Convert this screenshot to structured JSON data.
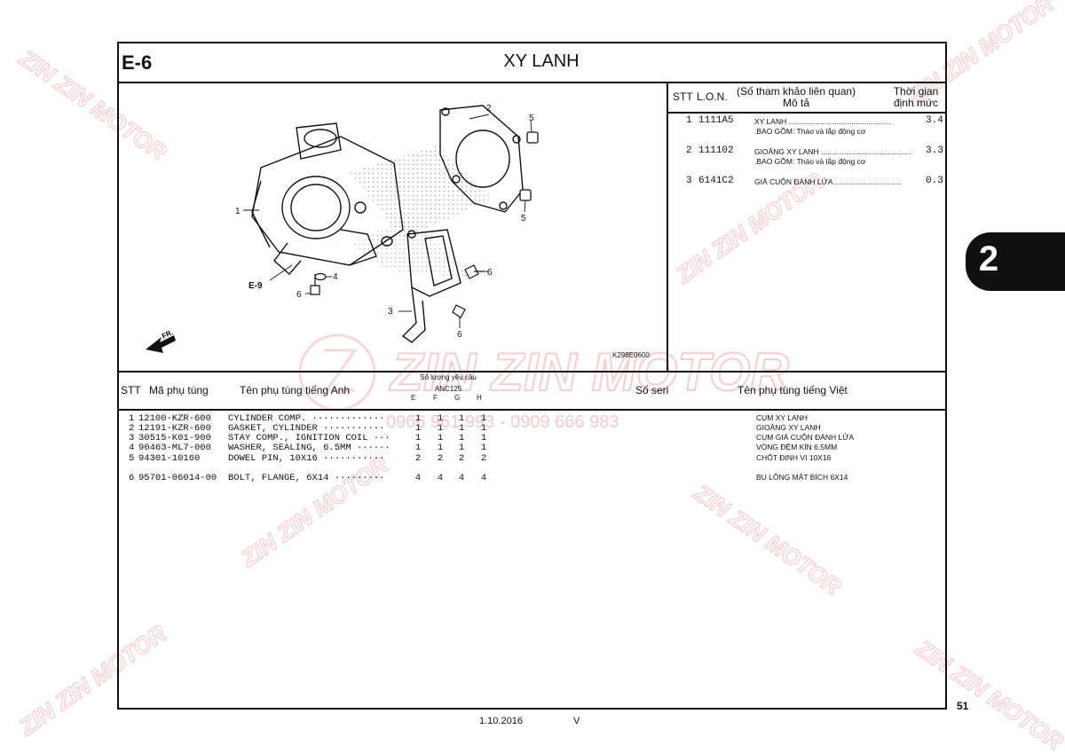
{
  "header": {
    "section_code": "E-6",
    "title": "XY LANH"
  },
  "reference_panel": {
    "col_stt": "STT",
    "col_lon": "L.O.N.",
    "col_desc_1": "(Số tham khảo liên quan)",
    "col_desc_2": "Mô tả",
    "col_time_1": "Thời gian",
    "col_time_2": "định mức",
    "rows": [
      {
        "stt": "1",
        "lon": "1111A5",
        "desc": "XY LANH",
        "note": ".BAO GỒM: Tháo và lắp động cơ",
        "time": "3.4"
      },
      {
        "stt": "2",
        "lon": "111102",
        "desc": "GIOĂNG XY LANH",
        "note": ".BAO GỒM: Tháo và lắp động cơ",
        "time": "3.3"
      },
      {
        "stt": "3",
        "lon": "6141C2",
        "desc": "GIÁ CUỘN ĐÁNH LỬA",
        "note": "",
        "time": "0.3"
      }
    ]
  },
  "diagram": {
    "code": "K298E0600",
    "ref_label": "E-9",
    "front_label": "FR.",
    "callouts": [
      "1",
      "2",
      "3",
      "4",
      "5",
      "5",
      "6",
      "6",
      "6"
    ]
  },
  "parts_table": {
    "col_stt": "STT",
    "col_part_no": "Mã phụ tùng",
    "col_name_en": "Tên phụ tùng tiếng Anh",
    "qty_title": "Số lượng yêu cầu",
    "qty_model": "ANC125",
    "qty_cols": [
      "E",
      "F",
      "G",
      "H"
    ],
    "col_serial": "Số seri",
    "col_name_vn": "Tên phụ tùng tiếng Việt",
    "rows": [
      {
        "stt": "1",
        "part_no": "12100-KZR-600",
        "name_en": "CYLINDER COMP. ·············",
        "qty": [
          "1",
          "1",
          "1",
          "1"
        ],
        "name_vn": "CỤM XY LANH"
      },
      {
        "stt": "2",
        "part_no": "12191-KZR-600",
        "name_en": "GASKET, CYLINDER ···········",
        "qty": [
          "1",
          "1",
          "1",
          "1"
        ],
        "name_vn": "GIOĂNG XY LANH"
      },
      {
        "stt": "3",
        "part_no": "30515-K01-900",
        "name_en": "STAY COMP., IGNITION COIL ···",
        "qty": [
          "1",
          "1",
          "1",
          "1"
        ],
        "name_vn": "CỤM GIÁ CUỘN ĐÁNH LỬA"
      },
      {
        "stt": "4",
        "part_no": "90463-ML7-000",
        "name_en": "WASHER, SEALING, 6.5MM ······",
        "qty": [
          "1",
          "1",
          "1",
          "1"
        ],
        "name_vn": "VÒNG ĐỆM KÍN 6,5MM"
      },
      {
        "stt": "5",
        "part_no": "94301-10160",
        "name_en": "DOWEL PIN, 10X16 ···········",
        "qty": [
          "2",
          "2",
          "2",
          "2"
        ],
        "name_vn": "CHỐT ĐỊNH VỊ 10X16"
      },
      {
        "stt": "6",
        "part_no": "95701-06014-00",
        "name_en": "BOLT, FLANGE, 6X14 ·········",
        "qty": [
          "4",
          "4",
          "4",
          "4"
        ],
        "name_vn": "BU LÔNG MẶT BÍCH 6X14"
      }
    ]
  },
  "watermark": {
    "brand": "ZIN ZIN MOTOR",
    "phone": "0966 961 993 - 0909 666 983"
  },
  "side_tab": {
    "label": "2"
  },
  "footer": {
    "page_number": "51",
    "date": "1.10.2016",
    "version": "V"
  },
  "colors": {
    "ink": "#111111",
    "watermark": "#f2c4c4",
    "stipple": "#9a9a9a"
  }
}
